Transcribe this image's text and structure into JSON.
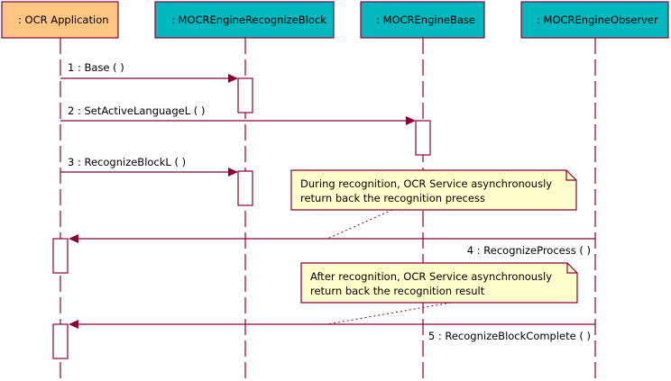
{
  "colors": {
    "line": "#8b0037",
    "actor_fill": "#ffc683",
    "object_fill": "#00b8c0",
    "note_fill": "#ffffcc"
  },
  "participants": [
    {
      "id": "ocr-application",
      "label": ": OCR Application",
      "kind": "actor"
    },
    {
      "id": "mocr-engine-recognize-block",
      "label": ": MOCREngineRecognizeBlock",
      "kind": "object"
    },
    {
      "id": "mocr-engine-base",
      "label": ": MOCREngineBase",
      "kind": "object"
    },
    {
      "id": "mocr-engine-observer",
      "label": ": MOCREngineObserver",
      "kind": "object"
    }
  ],
  "messages": [
    {
      "label": "1 : Base ( )",
      "from": 0,
      "to": 1
    },
    {
      "label": "2 : SetActiveLanguageL ( )",
      "from": 0,
      "to": 2
    },
    {
      "label": "3 : RecognizeBlockL ( )",
      "from": 0,
      "to": 1
    },
    {
      "label": "4 : RecognizeProcess ( )",
      "from": 3,
      "to": 0
    },
    {
      "label": "5 : RecognizeBlockComplete ( )",
      "from": 3,
      "to": 0
    }
  ],
  "notes": [
    {
      "lines": [
        "During recognition, OCR Service asynchronously",
        "return back the recognition precess"
      ]
    },
    {
      "lines": [
        "After recognition, OCR Service asynchronously",
        "return back the recognition result"
      ]
    }
  ]
}
